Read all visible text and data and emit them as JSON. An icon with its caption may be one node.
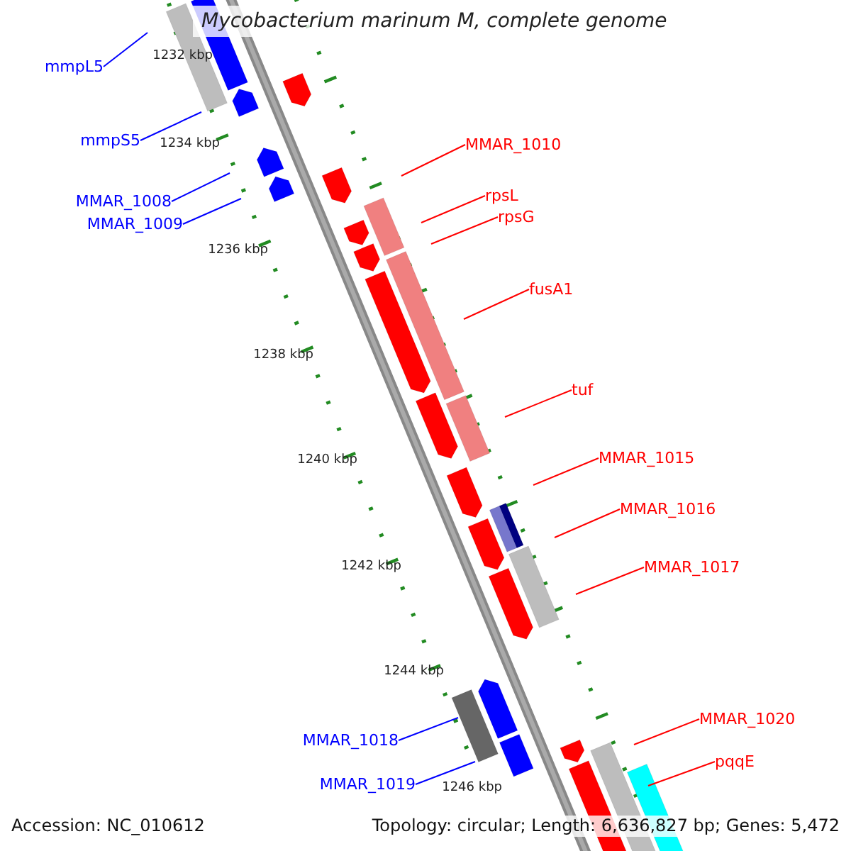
{
  "diagram": {
    "title": "Mycobacterium marinum M, complete genome",
    "nodes": [
      {
        "text": [
          "mmpL5"
        ]
      },
      {
        "text": [
          "mmpS5"
        ]
      },
      {
        "text": [
          "MMAR_1010"
        ]
      },
      {
        "text": [
          "rpsL"
        ]
      },
      {
        "text": [
          "MMAR_1008"
        ]
      },
      {
        "text": [
          "rpsG"
        ]
      },
      {
        "text": [
          "MMAR_1009"
        ]
      },
      {
        "text": [
          "fusA1"
        ]
      },
      {
        "text": [
          "tuf"
        ]
      },
      {
        "text": [
          "MMAR_1015"
        ]
      },
      {
        "text": [
          "MMAR_1016"
        ]
      },
      {
        "text": [
          "MMAR_1017"
        ]
      },
      {
        "text": [
          "MMAR_1020"
        ]
      },
      {
        "text": [
          "MMAR_1018"
        ]
      },
      {
        "text": [
          "pqqE"
        ]
      },
      {
        "text": [
          "MMAR_1019"
        ]
      }
    ],
    "edges": [
      {
        "from": 0,
        "to": null,
        "arrow": "none",
        "color": "#0000ff"
      },
      {
        "from": 1,
        "to": null,
        "arrow": "none",
        "color": "#0000ff"
      },
      {
        "from": 2,
        "to": null,
        "arrow": "none"
      },
      {
        "from": 3,
        "to": null,
        "arrow": "none"
      },
      {
        "from": 4,
        "to": null,
        "arrow": "none",
        "color": "#0000ff"
      },
      {
        "from": 5,
        "to": null,
        "arrow": "none"
      },
      {
        "from": 6,
        "to": null,
        "arrow": "none",
        "color": "#0000ff"
      },
      {
        "from": 7,
        "to": null,
        "arrow": "none"
      },
      {
        "from": 8,
        "to": null,
        "arrow": "none"
      },
      {
        "from": 9,
        "to": null,
        "arrow": "none"
      },
      {
        "from": 10,
        "to": null,
        "arrow": "none"
      },
      {
        "from": 11,
        "to": null,
        "arrow": "none"
      },
      {
        "from": 12,
        "to": null,
        "arrow": "none"
      },
      {
        "from": 13,
        "to": null,
        "arrow": "none",
        "color": "#0000ff"
      },
      {
        "from": 14,
        "to": null,
        "arrow": "none"
      },
      {
        "from": 15,
        "to": null,
        "arrow": "none",
        "color": "#0000ff"
      }
    ],
    "labels": [
      "1232 kbp",
      "1234 kbp",
      "1236 kbp",
      "1238 kbp",
      "1240 kbp",
      "1242 kbp",
      "1244 kbp",
      "1246 kbp",
      "Accession: NC_010612",
      "Topology: circular; Length: 6,636,827 bp; Genes: 5,472"
    ]
  }
}
